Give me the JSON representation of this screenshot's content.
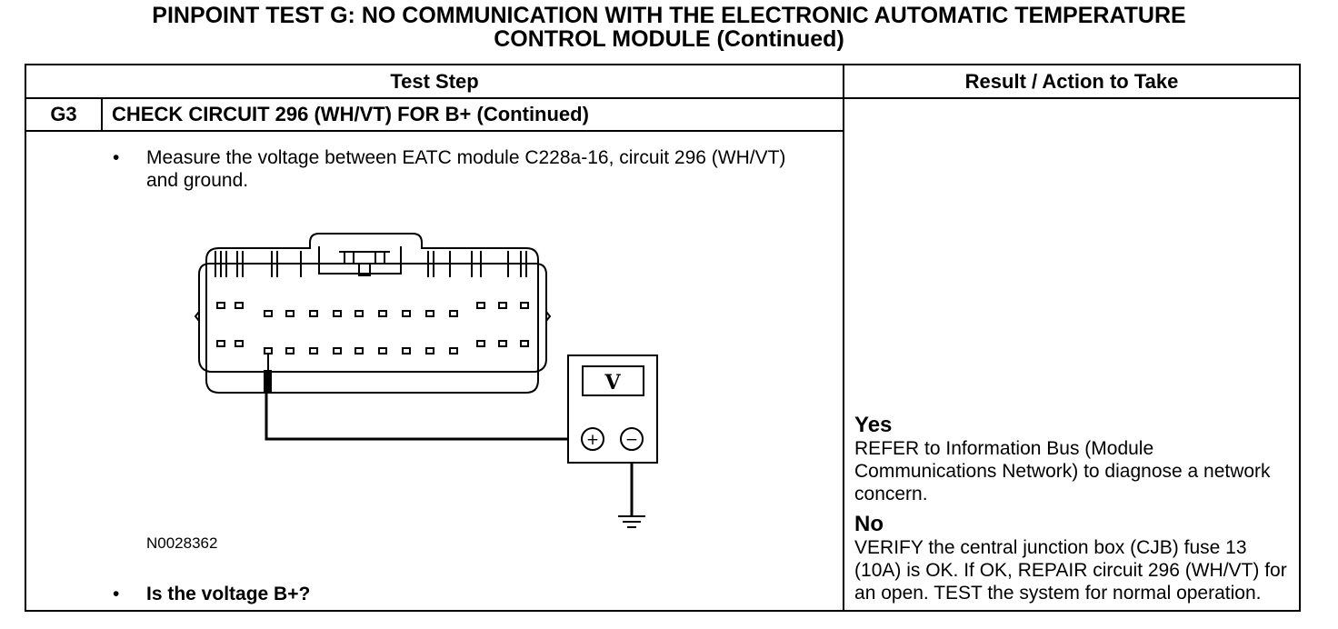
{
  "title": {
    "line1": "PINPOINT TEST  G: NO COMMUNICATION WITH THE ELECTRONIC AUTOMATIC TEMPERATURE",
    "line2": "CONTROL MODULE (Continued)"
  },
  "table": {
    "header_test_step": "Test Step",
    "header_result": "Result / Action to Take",
    "step_number": "G3",
    "step_title": "CHECK CIRCUIT 296 (WH/VT) FOR B+ (Continued)",
    "bullet_symbol": "•",
    "instruction": "Measure the voltage between EATC module C228a-16, circuit 296 (WH/VT) and ground.",
    "figure_id": "N0028362",
    "question": "Is the voltage B+?",
    "meter_label": "V",
    "meter_plus": "+",
    "meter_minus": "−"
  },
  "results": {
    "yes_label": "Yes",
    "yes_text": "REFER to Information Bus (Module Communications Network) to diagnose a network concern.",
    "no_label": "No",
    "no_text": "VERIFY the central junction box (CJB) fuse 13 (10A) is OK. If OK, REPAIR circuit 296 (WH/VT) for an open. TEST the system for normal operation."
  }
}
